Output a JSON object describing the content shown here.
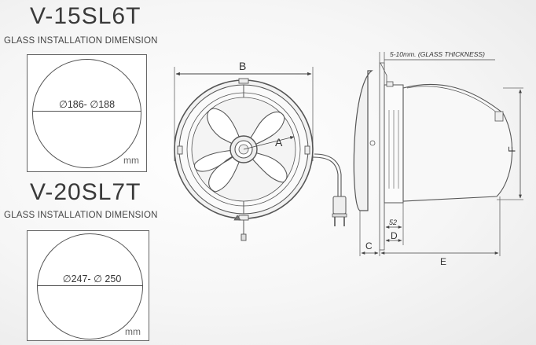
{
  "models": [
    {
      "name": "V-15SL6T",
      "caption": "GLASS INSTALLATION  DIMENSION",
      "dimension": "∅186- ∅188",
      "unit": "mm"
    },
    {
      "name": "V-20SL7T",
      "caption": "GLASS INSTALLATION  DIMENSION",
      "dimension": "∅247- ∅ 250",
      "unit": "mm"
    }
  ],
  "front_view": {
    "label_b": "B",
    "label_a": "A"
  },
  "side_view": {
    "glass_thickness": "5-10mm. (GLASS THICKNESS)",
    "label_f": "F",
    "label_52": "52",
    "label_d": "D",
    "label_c": "C",
    "label_e": "E"
  }
}
